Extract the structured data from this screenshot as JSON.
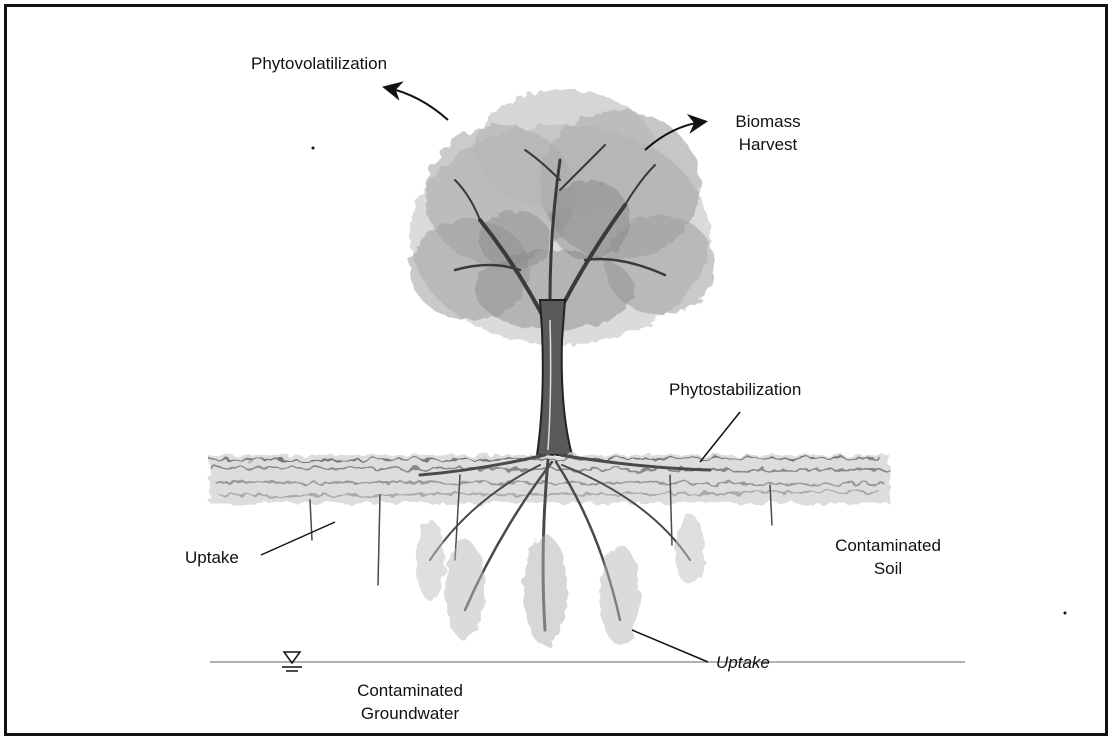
{
  "labels": {
    "phytovolatilization": "Phytovolatilization",
    "biomass_line1": "Biomass",
    "biomass_line2": "Harvest",
    "phytostabilization": "Phytostabilization",
    "uptake_left": "Uptake",
    "uptake_right": "Uptake",
    "soil_line1": "Contaminated",
    "soil_line2": "Soil",
    "groundwater_line1": "Contaminated",
    "groundwater_line2": "Groundwater"
  },
  "icons": {
    "water_table": "water-table-triangle-symbol"
  },
  "colors": {
    "border": "#111111",
    "foliage": "#9a9a9a",
    "trunk": "#3a3a3a",
    "soil": "#c8c8c8"
  }
}
